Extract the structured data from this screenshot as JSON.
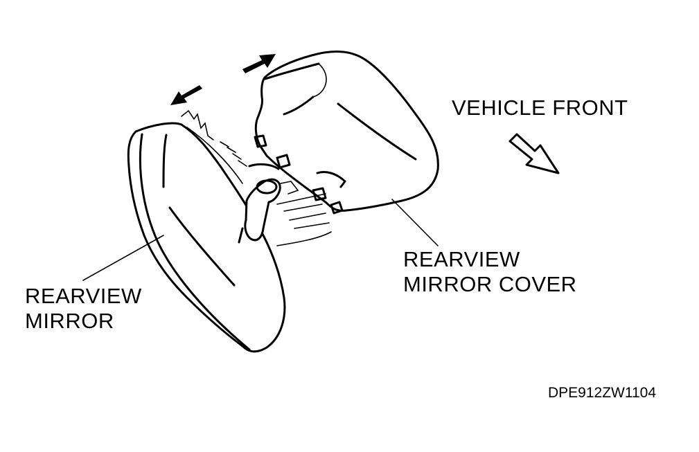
{
  "labels": {
    "vehicle_front": "VEHICLE FRONT",
    "mirror_cover_line1": "REARVIEW",
    "mirror_cover_line2": "MIRROR COVER",
    "mirror_line1": "REARVIEW",
    "mirror_line2": "MIRROR",
    "figure_code": "DPE912ZW1104"
  },
  "colors": {
    "line": "#000000",
    "background": "#ffffff"
  },
  "icons": {
    "separation_arrows": "double-arrow-icon",
    "front_direction": "hollow-arrow-icon"
  }
}
